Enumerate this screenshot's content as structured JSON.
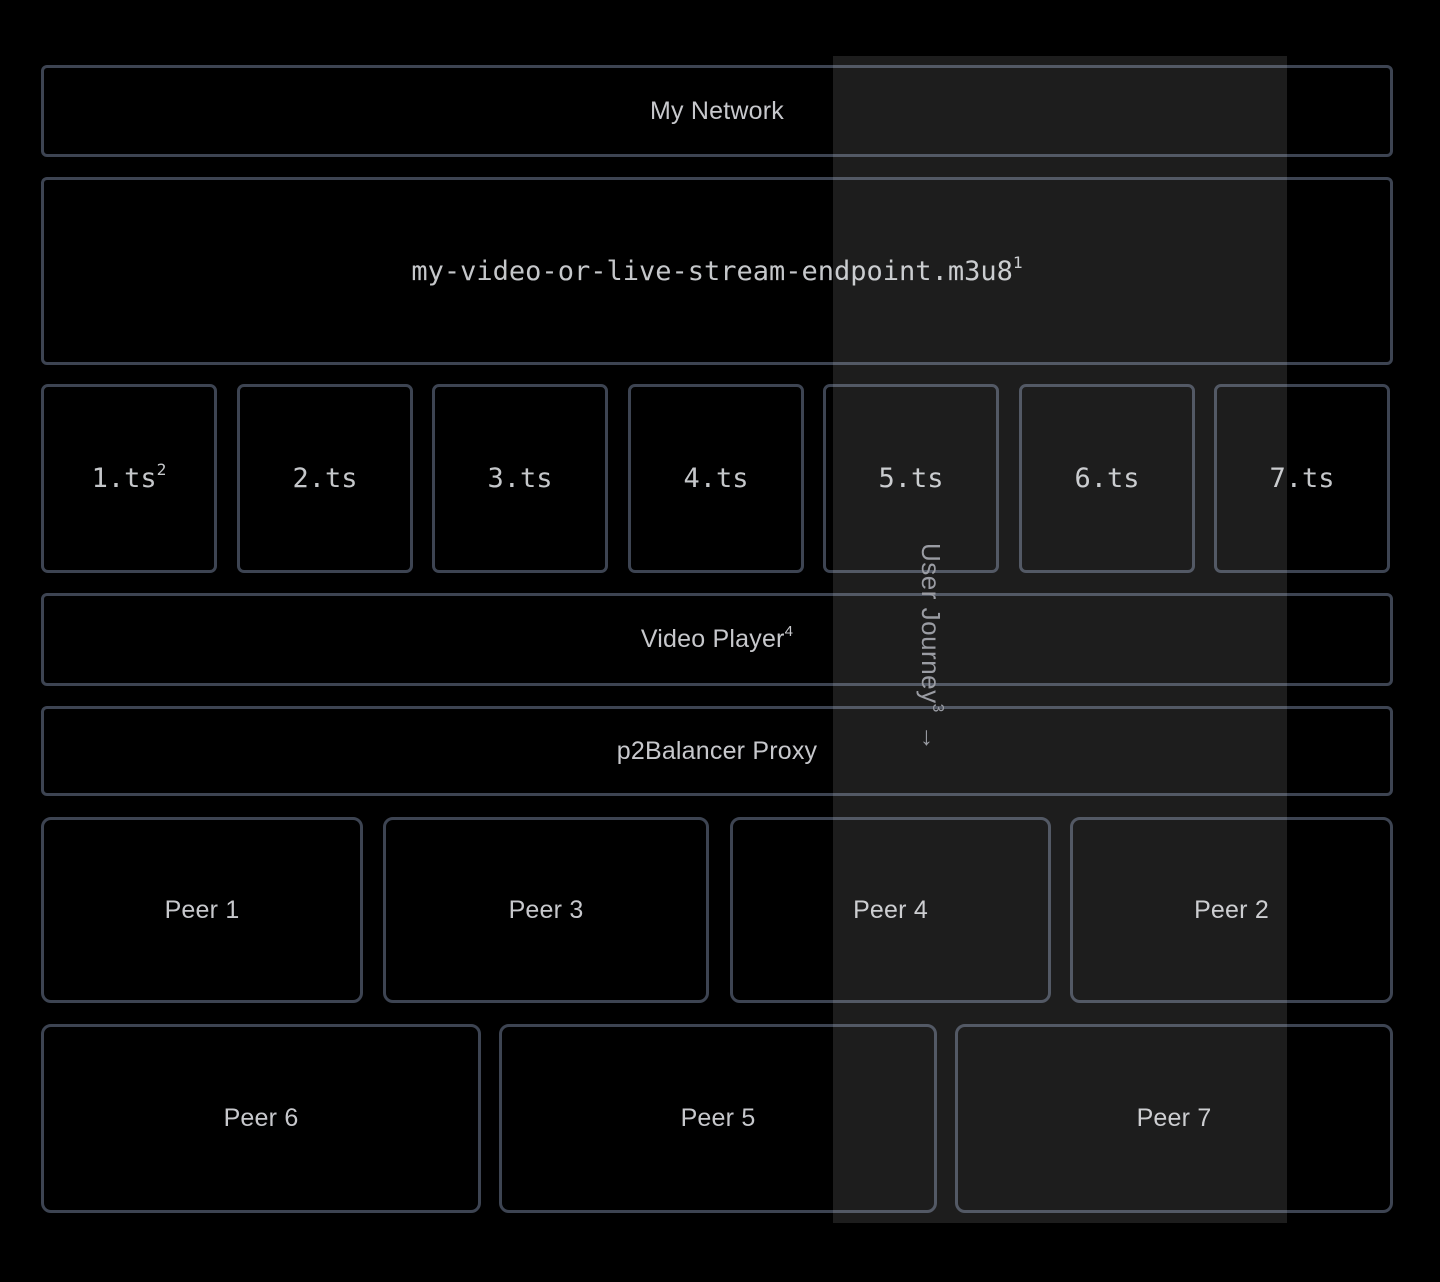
{
  "colors": {
    "background": "#000000",
    "box_border": "#3d4452",
    "box_fill": "#000000",
    "label_text": "#c7c8cc",
    "mono_text": "#c5c7ca",
    "journey_text": "#9a9ca3",
    "highlight_band": "rgba(255,255,255,0.115)"
  },
  "diagram": {
    "network": {
      "label": "My Network"
    },
    "endpoint": {
      "label": "my-video-or-live-stream-endpoint.m3u8",
      "sup": "1"
    },
    "segments": [
      {
        "label": "1.ts",
        "sup": "2"
      },
      {
        "label": "2.ts"
      },
      {
        "label": "3.ts"
      },
      {
        "label": "4.ts"
      },
      {
        "label": "5.ts"
      },
      {
        "label": "6.ts"
      },
      {
        "label": "7.ts"
      }
    ],
    "video_player": {
      "label": "Video Player",
      "sup": "4"
    },
    "proxy": {
      "label": "p2Balancer Proxy"
    },
    "peers_top": [
      {
        "label": "Peer 1"
      },
      {
        "label": "Peer 3"
      },
      {
        "label": "Peer 4"
      },
      {
        "label": "Peer 2"
      }
    ],
    "peers_bottom": [
      {
        "label": "Peer 6"
      },
      {
        "label": "Peer 5"
      },
      {
        "label": "Peer 7"
      }
    ],
    "user_journey": {
      "label": "User Journey",
      "sup": "3",
      "arrow": "→"
    }
  }
}
